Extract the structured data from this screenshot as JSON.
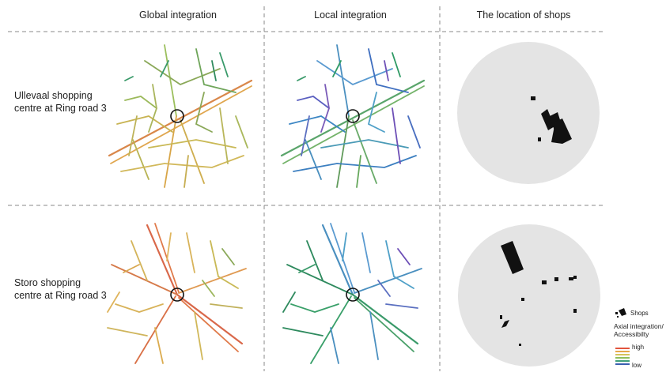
{
  "headers": {
    "col1": "Global integration",
    "col2": "Local integration",
    "col3": "The location of shops"
  },
  "rows": [
    {
      "label": "Ullevaal shopping centre at Ring road 3"
    },
    {
      "label": "Storo shopping centre at Ring road 3"
    }
  ],
  "legend": {
    "shops_label": "Shops",
    "title": "Axial integration/ Accessibilty",
    "high": "high",
    "low": "low",
    "scale_colors": [
      "#e2543d",
      "#e6a94a",
      "#d6c35a",
      "#8fbf5a",
      "#3fa07a",
      "#3a5fb0"
    ]
  },
  "colors": {
    "background_circle": "#e4e4e4",
    "shop_fill": "#111111",
    "divider": "#888888"
  }
}
